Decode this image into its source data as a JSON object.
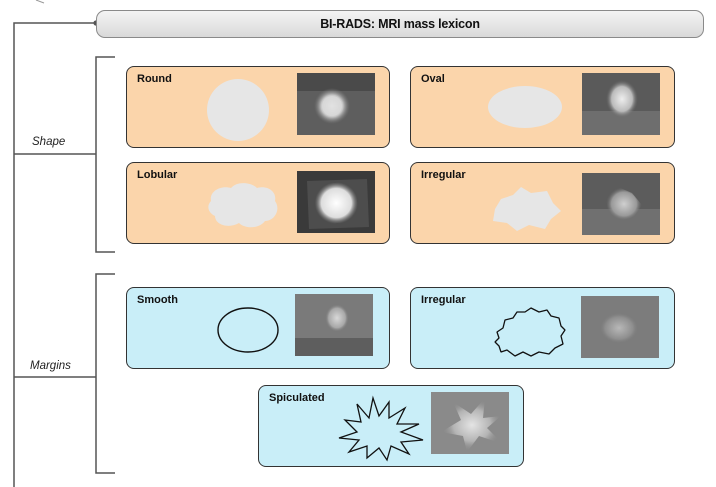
{
  "title": "BI-RADS: MRI mass lexicon",
  "categories": [
    {
      "label": "Shape"
    },
    {
      "label": "Margins"
    }
  ],
  "shape_cards": [
    {
      "label": "Round",
      "icon": "round-shape-icon"
    },
    {
      "label": "Oval",
      "icon": "oval-shape-icon"
    },
    {
      "label": "Lobular",
      "icon": "lobular-shape-icon"
    },
    {
      "label": "Irregular",
      "icon": "irregular-shape-icon"
    }
  ],
  "margin_cards": [
    {
      "label": "Smooth",
      "icon": "smooth-margin-icon"
    },
    {
      "label": "Irregular",
      "icon": "irregular-margin-icon"
    },
    {
      "label": "Spiculated",
      "icon": "spiculated-margin-icon"
    }
  ],
  "colors": {
    "shape_card_bg": "#fbd5ab",
    "margin_card_bg": "#c9eef8",
    "silhouette_fill": "#e6e6e6",
    "outline": "#111111"
  }
}
